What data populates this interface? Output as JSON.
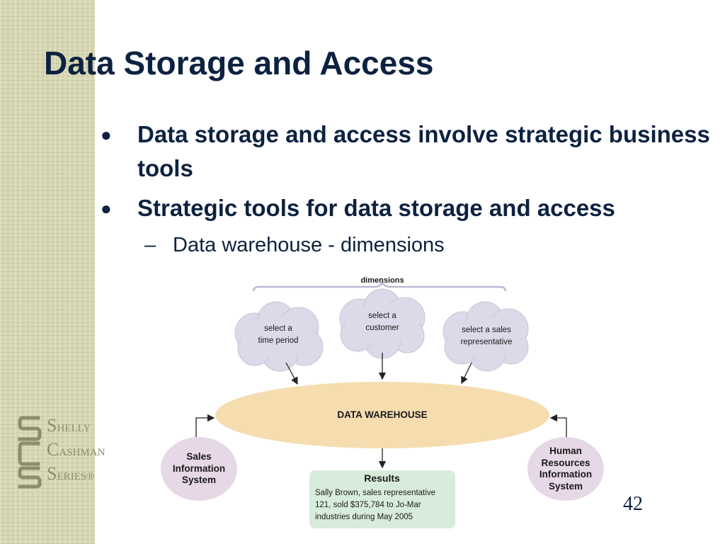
{
  "slide": {
    "title": "Data Storage and Access",
    "page_number": "42"
  },
  "bullets": [
    {
      "marker": "●",
      "text": "Data storage and access involve strategic business tools"
    },
    {
      "marker": "●",
      "text": "Strategic tools for data storage and access"
    }
  ],
  "sub_bullets": [
    {
      "marker": "–",
      "text": "Data warehouse - dimensions"
    }
  ],
  "logo": {
    "line1_initial": "S",
    "line1_rest": "HELLY",
    "line2_initial": "C",
    "line2_rest": "ASHMAN",
    "line3_initial": "S",
    "line3_rest": "ERIES®",
    "color": "#8e8e6a"
  },
  "diagram": {
    "dimensions_label": "dimensions",
    "clouds": [
      {
        "line1": "select a",
        "line2": "time period"
      },
      {
        "line1": "select a",
        "line2": "customer"
      },
      {
        "line1": "select a sales",
        "line2": "representative"
      }
    ],
    "warehouse_label": "DATA WAREHOUSE",
    "left_system": {
      "line1": "Sales",
      "line2": "Information",
      "line3": "System"
    },
    "right_system": {
      "line1": "Human",
      "line2": "Resources",
      "line3": "Information",
      "line4": "System"
    },
    "results": {
      "title": "Results",
      "line1": "Sally Brown, sales representative",
      "line2": "121, sold $375,784 to Jo-Mar",
      "line3": "industries during May 2005"
    },
    "colors": {
      "cloud": "#dcd9e8",
      "warehouse": "#f5ddb0",
      "system": "#e6d8e6",
      "results": "#d8ecdc"
    }
  }
}
